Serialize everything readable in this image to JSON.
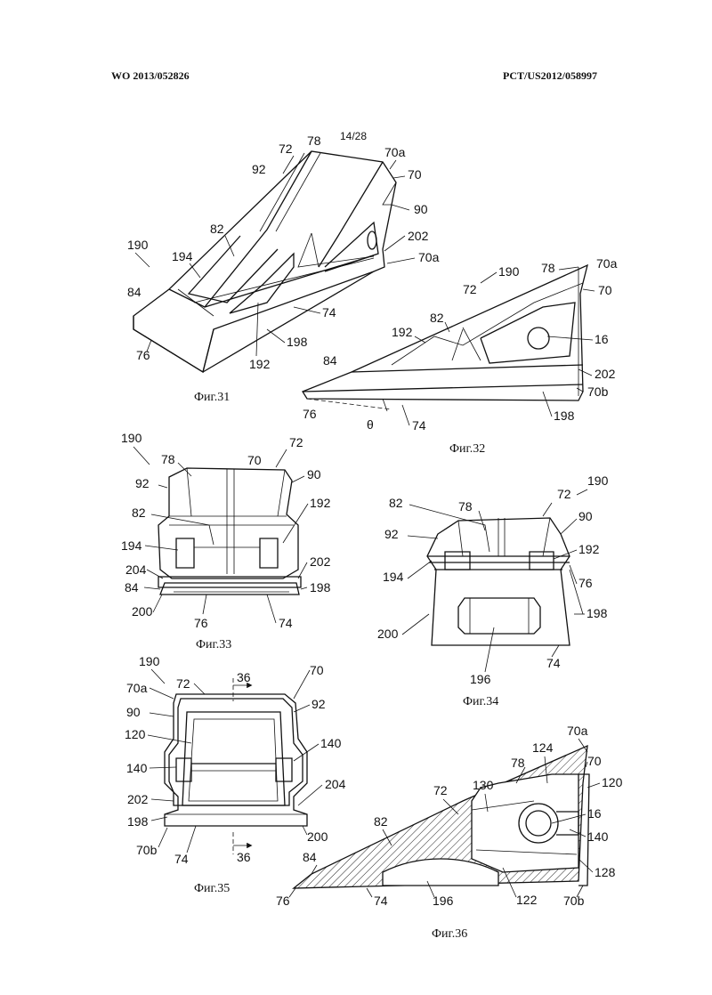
{
  "header": {
    "publication_number": "WO 2013/052826",
    "application_number": "PCT/US2012/058997",
    "sheet": "14/28"
  },
  "figures": {
    "fig31": {
      "caption": "Фиг.31",
      "labels": [
        "190",
        "72",
        "78",
        "70a",
        "70",
        "92",
        "90",
        "82",
        "202",
        "70a",
        "194",
        "84",
        "74",
        "76",
        "198",
        "192"
      ]
    },
    "fig32": {
      "caption": "Фиг.32",
      "labels": [
        "190",
        "78",
        "70a",
        "72",
        "70",
        "82",
        "192",
        "16",
        "84",
        "202",
        "70b",
        "76",
        "θ",
        "74",
        "198"
      ]
    },
    "fig33": {
      "caption": "Фиг.33",
      "labels": [
        "190",
        "72",
        "78",
        "70",
        "92",
        "90",
        "82",
        "192",
        "194",
        "204",
        "202",
        "84",
        "198",
        "200",
        "76",
        "74"
      ]
    },
    "fig34": {
      "caption": "Фиг.34",
      "labels": [
        "190",
        "72",
        "82",
        "78",
        "90",
        "92",
        "192",
        "194",
        "76",
        "200",
        "198",
        "196",
        "74"
      ]
    },
    "fig35": {
      "caption": "Фиг.35",
      "labels": [
        "190",
        "36",
        "70",
        "70a",
        "72",
        "92",
        "90",
        "120",
        "140",
        "140",
        "202",
        "204",
        "198",
        "70b",
        "74",
        "36",
        "200"
      ]
    },
    "fig36": {
      "caption": "Фиг.36",
      "labels": [
        "70a",
        "124",
        "78",
        "70",
        "72",
        "130",
        "120",
        "16",
        "82",
        "140",
        "84",
        "128",
        "76",
        "74",
        "196",
        "122",
        "70b"
      ]
    }
  }
}
